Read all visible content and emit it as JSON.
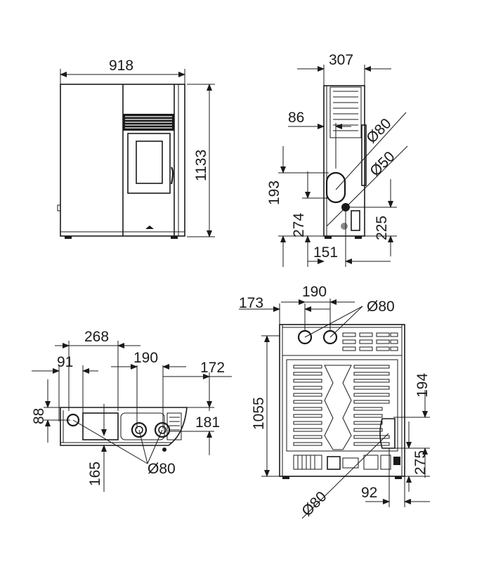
{
  "front_view": {
    "width_label": "918",
    "height_label": "1133"
  },
  "side_view": {
    "depth_label": "307",
    "flue_offset_label": "86",
    "flue_upper_diameter_label": "Ø80",
    "flue_lower_diameter_label": "Ø50",
    "upper_height_label": "193",
    "lower_height_label": "274",
    "right_height_label": "225",
    "bottom_offset_label": "151"
  },
  "top_view": {
    "left_offset_label": "268",
    "near_offset_label": "91",
    "pipe_spacing_label": "190",
    "right_offset_label": "172",
    "left_height_label": "88",
    "right_height_label": "181",
    "bottom_offset_label": "165",
    "diameter_label": "Ø80"
  },
  "rear_view": {
    "left_offset_label": "173",
    "pipe_spacing_label": "190",
    "top_diameter_label": "Ø80",
    "height_label": "1055",
    "right_upper_label": "194",
    "right_lower_label": "275",
    "bottom_diameter_label": "Ø80",
    "bottom_offset_label": "92"
  }
}
